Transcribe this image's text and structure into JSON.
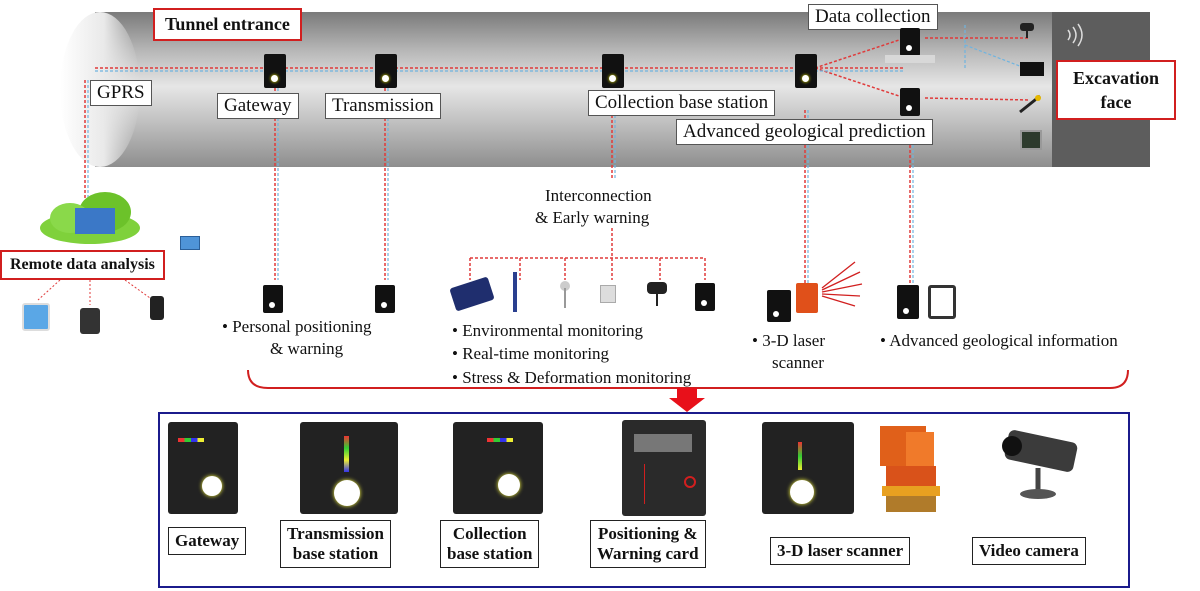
{
  "tunnel": {
    "entrance_label": "Tunnel entrance",
    "excavation_face_label": "Excavation face",
    "data_collection_label": "Data collection",
    "gprs_label": "GPRS",
    "gateway_label": "Gateway",
    "transmission_label": "Transmission",
    "collection_base_label": "Collection base station",
    "advanced_prediction_label": "Advanced geological prediction"
  },
  "middle": {
    "remote_analysis_label": "Remote data analysis",
    "interconnection_line1": "Interconnection",
    "interconnection_line2": "& Early warning",
    "personal_line1": "Personal positioning",
    "personal_line2": "& warning",
    "monitoring_items": [
      "Environmental monitoring",
      "Real-time monitoring",
      "Stress & Deformation monitoring"
    ],
    "scanner_line1": "3-D laser",
    "scanner_line2": "scanner",
    "advanced_info": "Advanced geological information"
  },
  "products": {
    "gateway": "Gateway",
    "transmission_line1": "Transmission",
    "transmission_line2": "base station",
    "collection_line1": "Collection",
    "collection_line2": "base station",
    "positioning_line1": "Positioning &",
    "positioning_line2": "Warning card",
    "scanner": "3-D laser scanner",
    "camera": "Video camera"
  },
  "colors": {
    "red_accent": "#d11f1f",
    "frame_blue": "#1b1b8c",
    "link_red": "#e03a3a",
    "link_blue": "#6fb4e0"
  }
}
